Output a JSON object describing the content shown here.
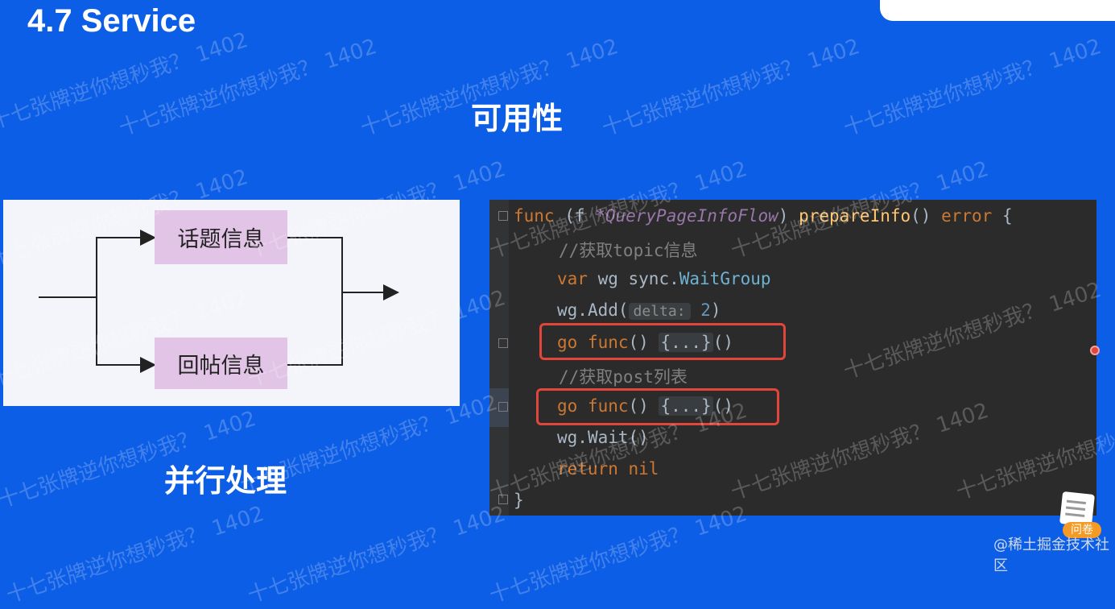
{
  "slide": {
    "title": "4.7 Service",
    "subtitle": "可用性",
    "parallel_label": "并行处理"
  },
  "diagram": {
    "node_top": "话题信息",
    "node_bottom": "回帖信息"
  },
  "code": {
    "line1": {
      "kw": "func",
      "p1": " (",
      "recv": "f",
      "sp": " ",
      "ty": "*QueryPageInfoFlow",
      "p2": ") ",
      "fn": "prepareInfo",
      "p3": "() ",
      "ret": "error",
      "p4": " {"
    },
    "line2_comment": "//获取topic信息",
    "line3": {
      "kw": "var",
      "rest": " wg ",
      "pkg": "sync",
      "dot": ".",
      "ty": "WaitGroup"
    },
    "line4": {
      "obj": "wg.",
      "fn": "Add",
      "open": "(",
      "hint": "delta:",
      "num": "2",
      "close": ")"
    },
    "line5": {
      "kw": "go",
      "sp": " ",
      "kw2": "func",
      "p1": "() ",
      "fold": "{...}",
      "p2": "()"
    },
    "line6_comment": "//获取post列表",
    "line7": {
      "kw": "go",
      "sp": " ",
      "kw2": "func",
      "p1": "() ",
      "fold": "{...}",
      "p2": "()"
    },
    "line8": {
      "obj": "wg.",
      "fn": "Wait",
      "p": "()"
    },
    "line9": {
      "kw": "return",
      "sp": " ",
      "kw2": "nil"
    },
    "line10": "}"
  },
  "watermark": {
    "text": "十七张牌逆你想秒我？ 1402"
  },
  "widget": {
    "ask_label": "问卷"
  },
  "footer": {
    "text": "@稀土掘金技术社区"
  },
  "colors": {
    "background": "#0d5ee6",
    "code_bg": "#2b2b2b",
    "node_fill": "#e2c4e7",
    "highlight_red": "#e2453a"
  }
}
